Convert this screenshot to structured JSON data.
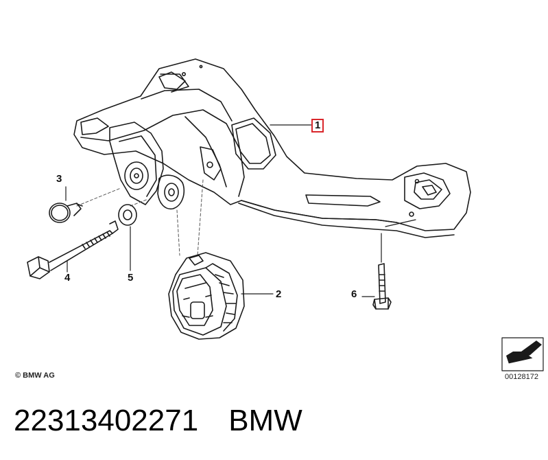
{
  "callouts": {
    "c1": "1",
    "c2": "2",
    "c3": "3",
    "c4": "4",
    "c5": "5",
    "c6": "6"
  },
  "footer": {
    "copyright": "© BMW AG",
    "document_number": "00128172"
  },
  "part": {
    "number": "22313402271",
    "brand": "BMW"
  },
  "colors": {
    "line": "#1a1a1a",
    "highlight": "#d9262b"
  }
}
